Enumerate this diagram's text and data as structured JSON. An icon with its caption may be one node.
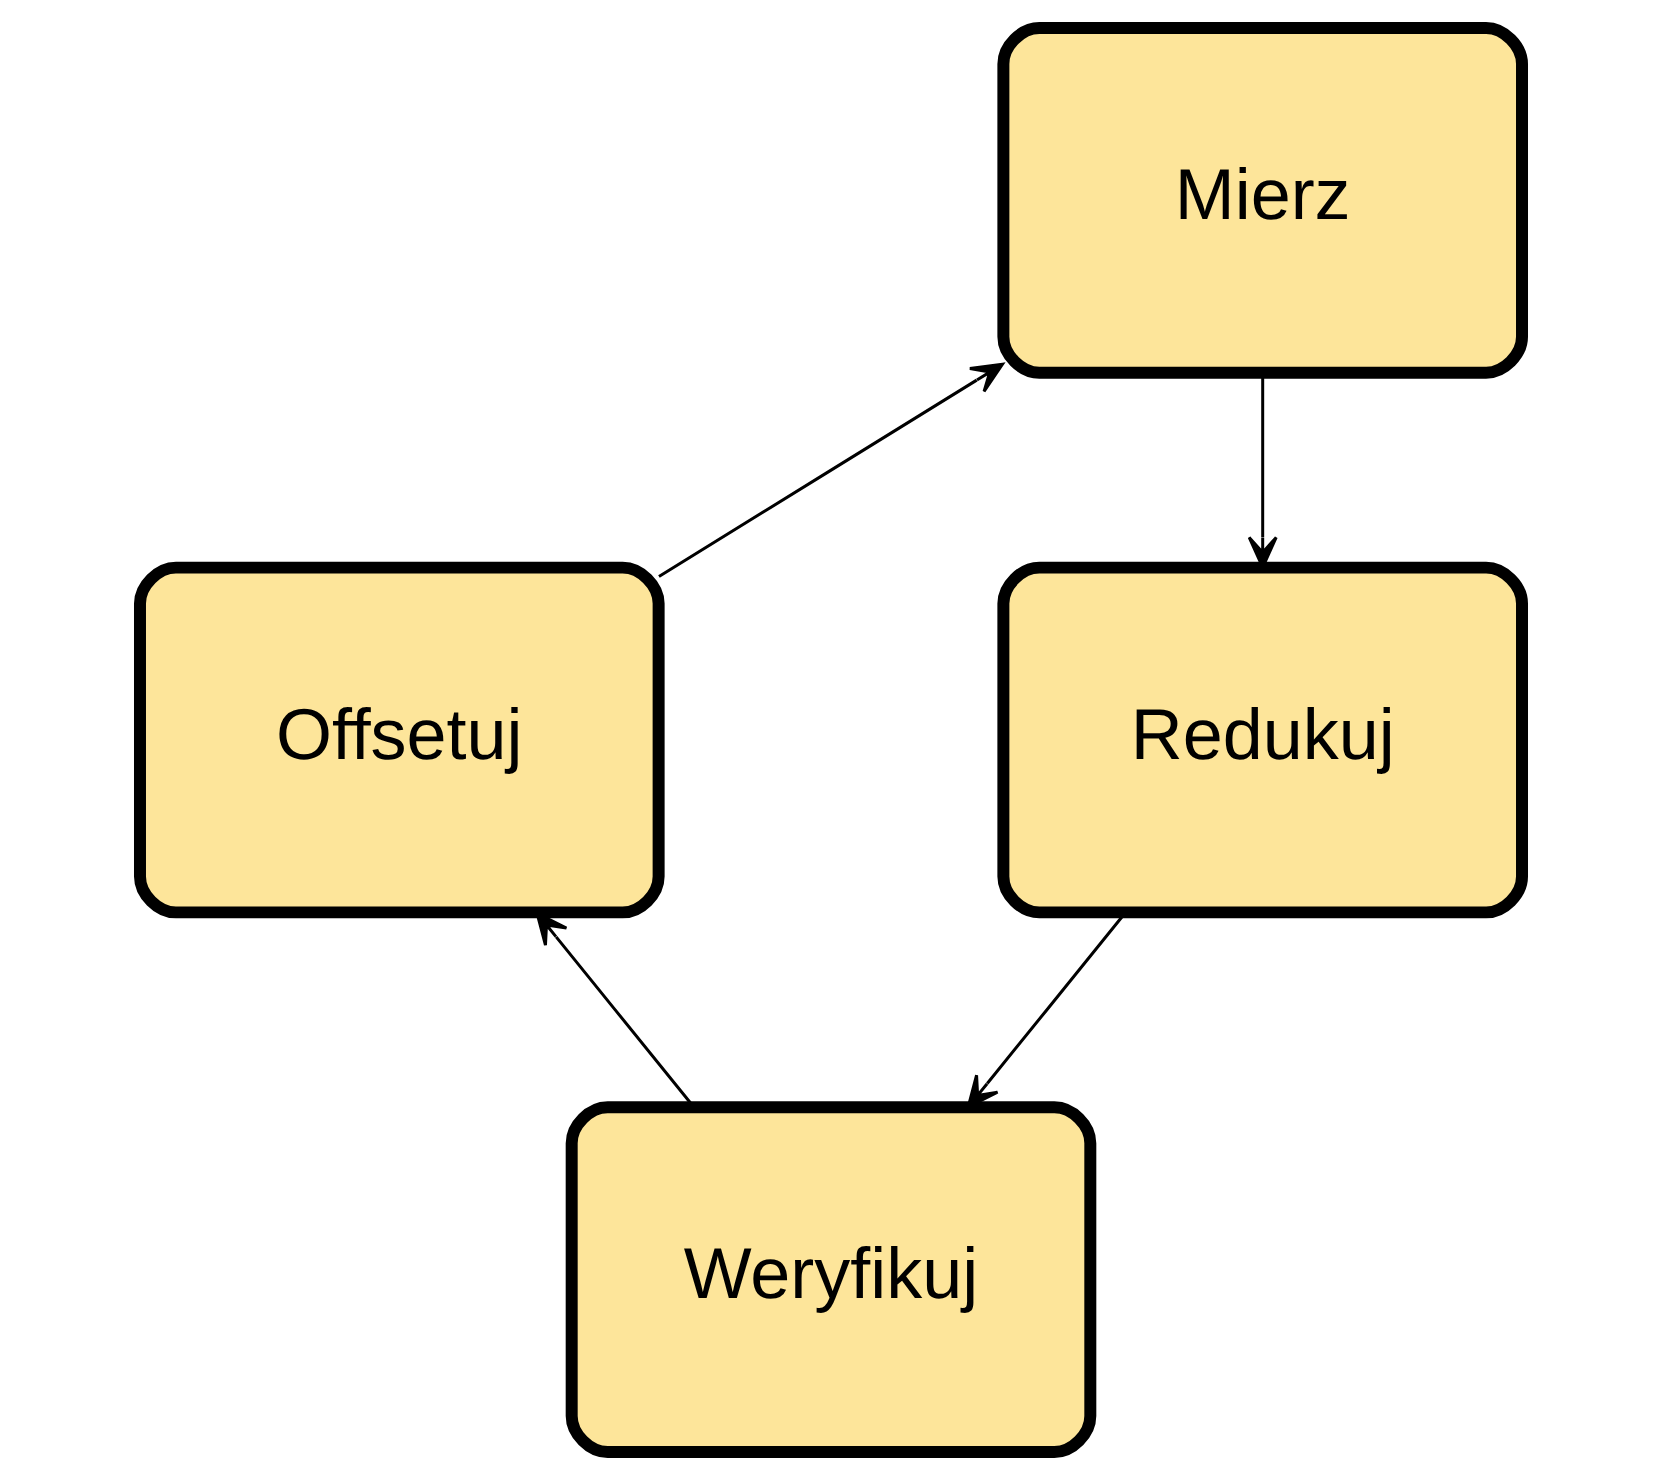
{
  "diagram": {
    "nodes": [
      {
        "text": [
          "Mierz"
        ]
      },
      {
        "text": [
          "Redukuj"
        ]
      },
      {
        "text": [
          "Weryfikuj"
        ]
      },
      {
        "text": [
          "Offsetuj"
        ]
      }
    ],
    "edges": [
      {
        "from": 0,
        "to": 1,
        "arrow": "to"
      },
      {
        "from": 1,
        "to": 2,
        "arrow": "to"
      },
      {
        "from": 2,
        "to": 3,
        "arrow": "to"
      },
      {
        "from": 3,
        "to": 0,
        "arrow": "to"
      }
    ]
  }
}
